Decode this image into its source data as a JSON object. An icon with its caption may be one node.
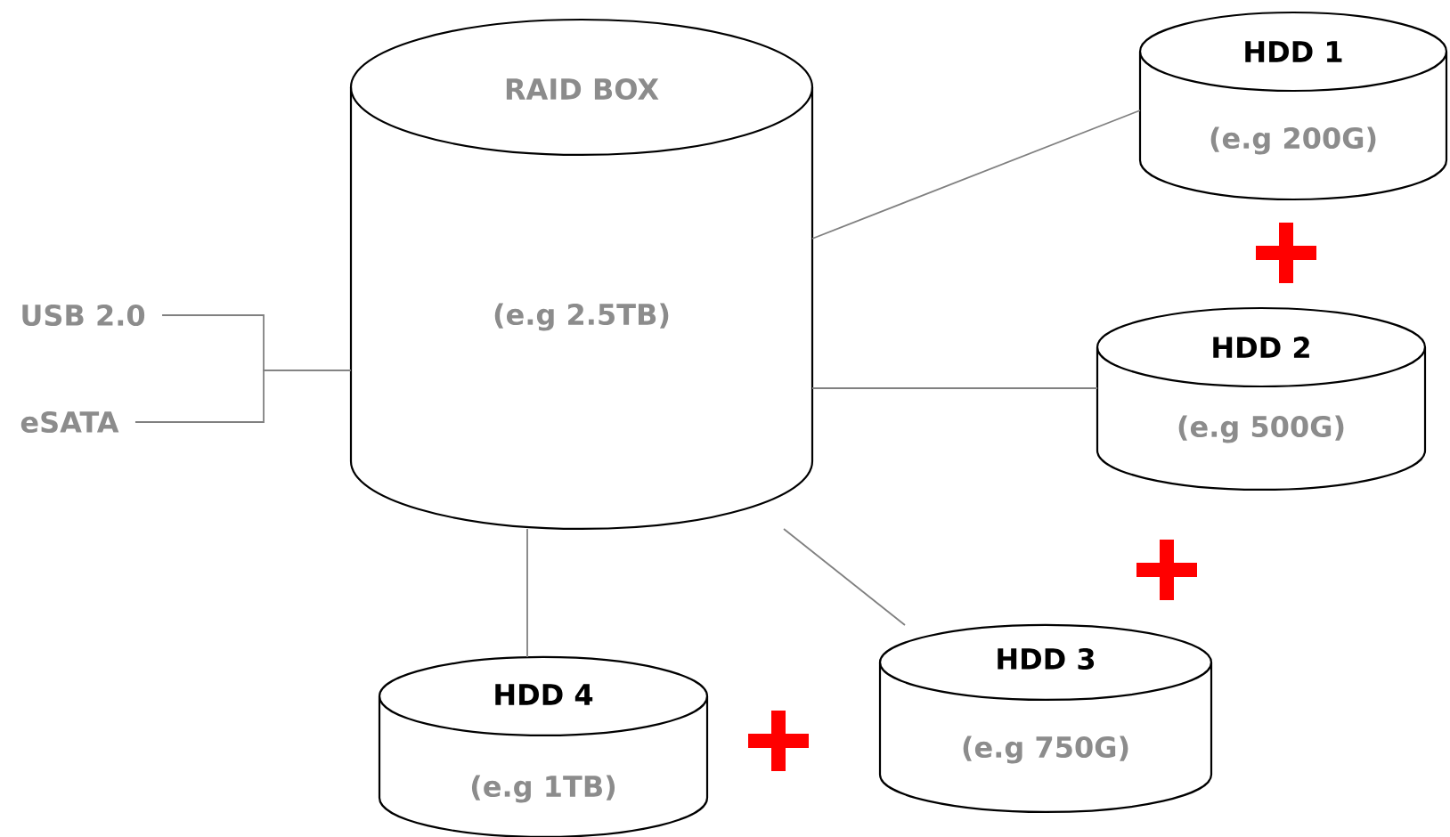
{
  "diagram": {
    "nodes": [
      {
        "text": [
          "RAID BOX",
          "(e.g 2.5TB)"
        ]
      },
      {
        "text": [
          "HDD 1",
          "(e.g 200G)"
        ]
      },
      {
        "text": [
          "HDD 2",
          "(e.g 500G)"
        ]
      },
      {
        "text": [
          "HDD 3",
          "(e.g 750G)"
        ]
      },
      {
        "text": [
          "HDD 4",
          "(e.g 1TB)"
        ]
      },
      {
        "text": [
          "USB 2.0"
        ]
      },
      {
        "text": [
          "eSATA"
        ]
      }
    ],
    "edges": [
      {
        "from": 5,
        "to": 0,
        "arrow": "none"
      },
      {
        "from": 6,
        "to": 0,
        "arrow": "none"
      },
      {
        "from": 0,
        "to": 1,
        "arrow": "none"
      },
      {
        "from": 0,
        "to": 2,
        "arrow": "none"
      },
      {
        "from": 0,
        "to": 3,
        "arrow": "none"
      },
      {
        "from": 0,
        "to": 4,
        "arrow": "none"
      }
    ]
  }
}
